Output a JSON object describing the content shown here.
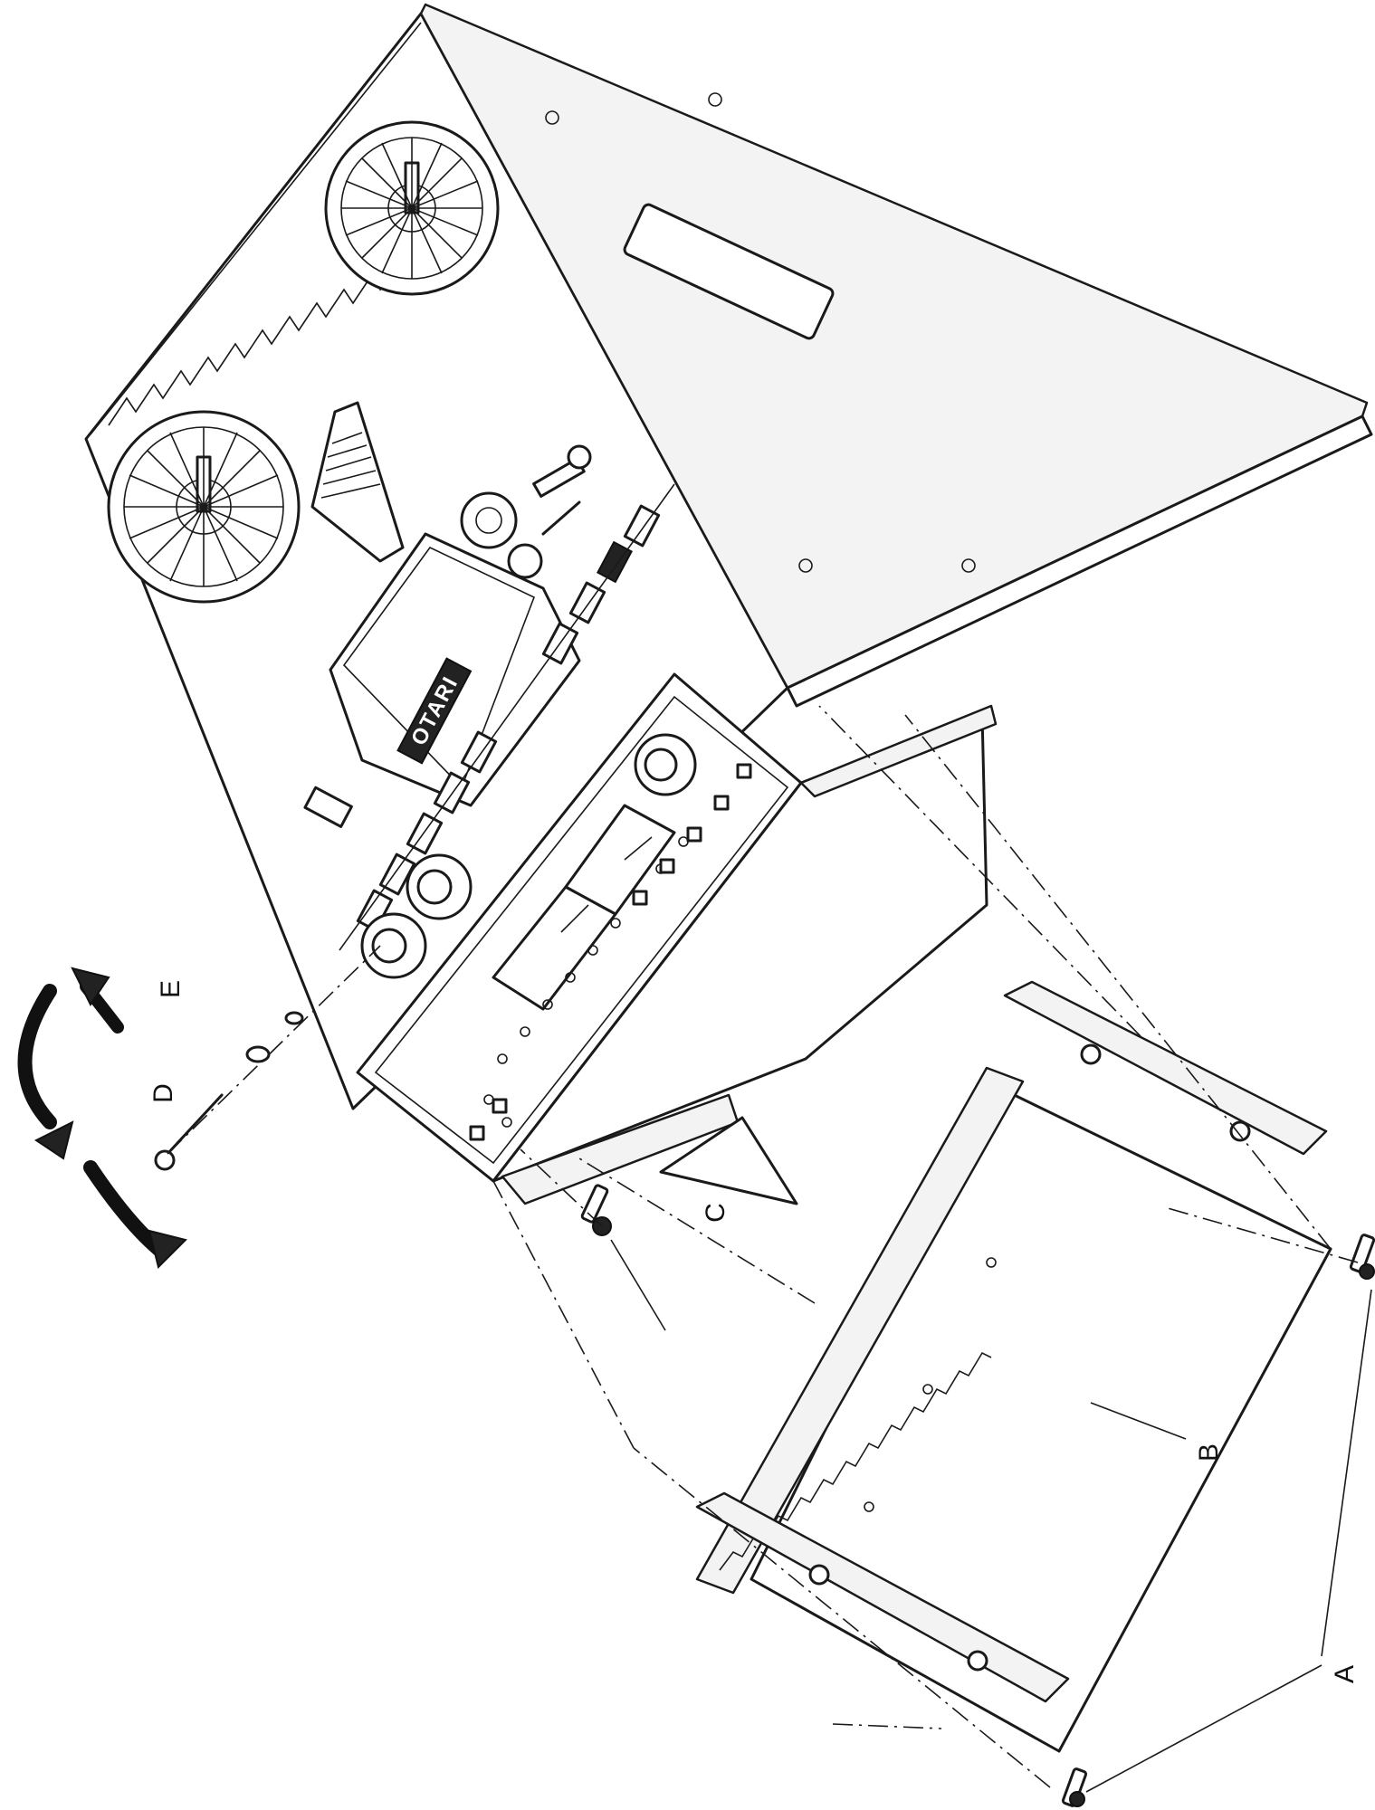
{
  "callouts": {
    "a": "A",
    "b": "B",
    "c": "C",
    "d": "D",
    "e": "E"
  },
  "brand_label": "OTARI",
  "colors": {
    "line": "#1a1a1a",
    "background": "#ffffff"
  }
}
